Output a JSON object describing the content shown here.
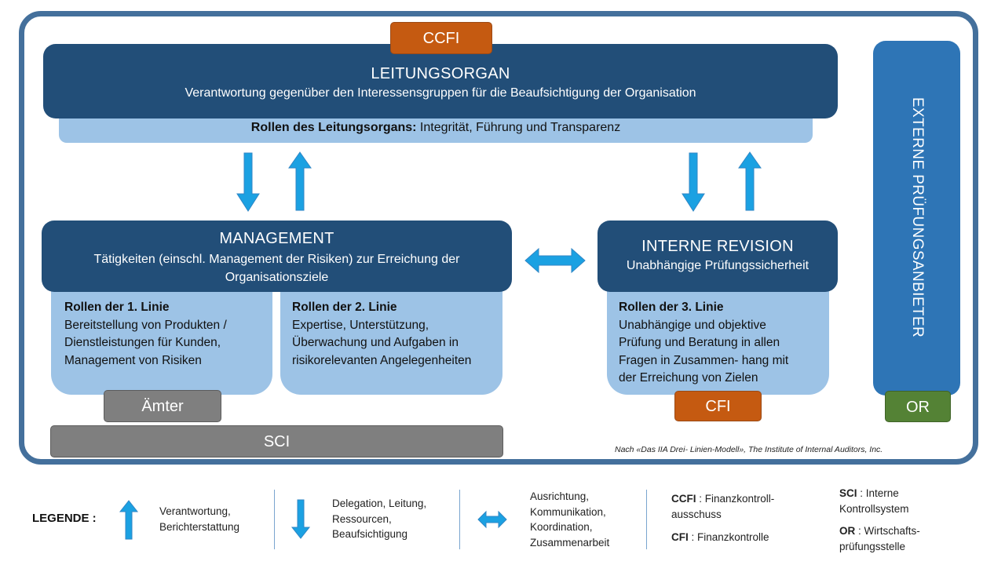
{
  "diagram": {
    "badges": {
      "ccfi": "CCFI",
      "cfi": "CFI",
      "or": "OR",
      "aemter": "Ämter",
      "sci": "SCI"
    },
    "leitungsorgan": {
      "title": "LEITUNGSORGAN",
      "subtitle": "Verantwortung gegenüber den Interessensgruppen für die Beaufsichtigung der Organisation",
      "roles_label": "Rollen des Leitungsorgans:",
      "roles_text": " Integrität, Führung und Transparenz"
    },
    "management": {
      "title": "MANAGEMENT",
      "subtitle": "Tätigkeiten (einschl. Management der Risiken) zur Erreichung der Organisationsziele",
      "line1": {
        "title": "Rollen der 1. Linie",
        "text": "Bereitstellung von Produkten / Dienstleistungen für Kunden, Management von Risiken"
      },
      "line2": {
        "title": "Rollen der 2. Linie",
        "text": "Expertise, Unterstützung, Überwachung und Aufgaben in risikorelevanten Angelegenheiten"
      }
    },
    "interne_revision": {
      "title": "INTERNE REVISION",
      "subtitle": "Unabhängige Prüfungssicherheit",
      "line3": {
        "title": "Rollen der 3. Linie",
        "text": "Unabhängige und objektive Prüfung und Beratung in allen Fragen in Zusammen- hang mit der Erreichung von Zielen"
      }
    },
    "externe": {
      "title": "EXTERNE PRÜFUNGSANBIETER"
    },
    "source_note": "Nach «Das IIA Drei- Linien-Modell», The Institute of Internal Auditors, Inc."
  },
  "legend": {
    "label": "LEGENDE :",
    "up": "Verantwortung, Berichterstattung",
    "down": "Delegation, Leitung, Ressourcen, Beaufsichtigung",
    "both": "Ausrichtung, Kommunikation, Koordination, Zusammenarbeit",
    "ccfi_abbr": "CCFI",
    "ccfi_desc": " : Finanzkontroll- ausschuss",
    "cfi_abbr": "CFI",
    "cfi_desc": " : Finanzkontrolle",
    "sci_abbr": "SCI",
    "sci_desc": " : Interne Kontrollsystem",
    "or_abbr": "OR",
    "or_desc": " : Wirtschafts- prüfungsstelle"
  },
  "colors": {
    "dark_blue": "#224e78",
    "light_blue": "#9dc3e6",
    "external_blue": "#2e75b6",
    "frame": "#44709c",
    "arrow": "#1ba1e2",
    "orange": "#c55a11",
    "grey": "#7f7f7f",
    "green": "#548235"
  }
}
